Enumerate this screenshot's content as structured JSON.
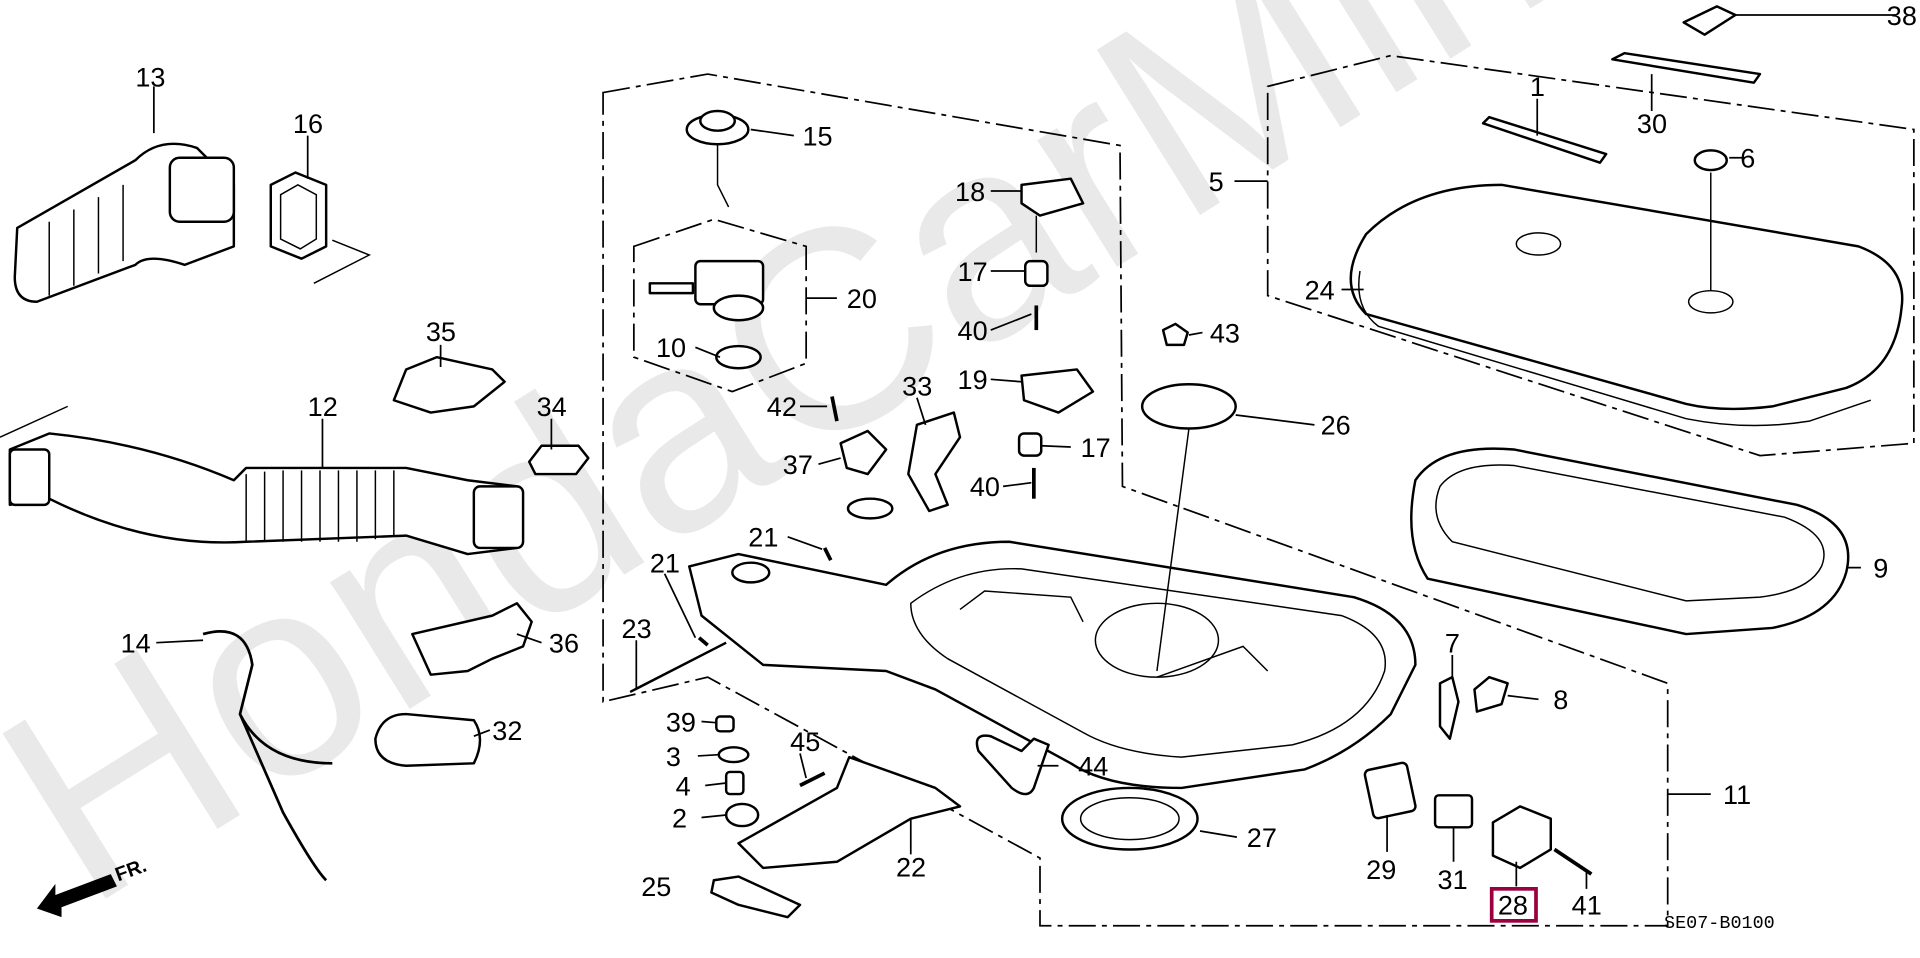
{
  "watermark": "HondaCarMine.ru",
  "diagram_code": "SE07-B0100",
  "front_marker": "FR.",
  "highlight_color": "#9b0040",
  "highlighted_part": "28",
  "callouts": [
    "13",
    "16",
    "35",
    "12",
    "34",
    "14",
    "36",
    "32",
    "15",
    "20",
    "10",
    "18",
    "17",
    "40",
    "19",
    "17",
    "40",
    "42",
    "33",
    "37",
    "21",
    "21",
    "23",
    "39",
    "3",
    "45",
    "4",
    "2",
    "22",
    "25",
    "44",
    "27",
    "43",
    "26",
    "29",
    "31",
    "28",
    "41",
    "7",
    "8",
    "11",
    "9",
    "5",
    "1",
    "30",
    "6",
    "38",
    "24"
  ]
}
